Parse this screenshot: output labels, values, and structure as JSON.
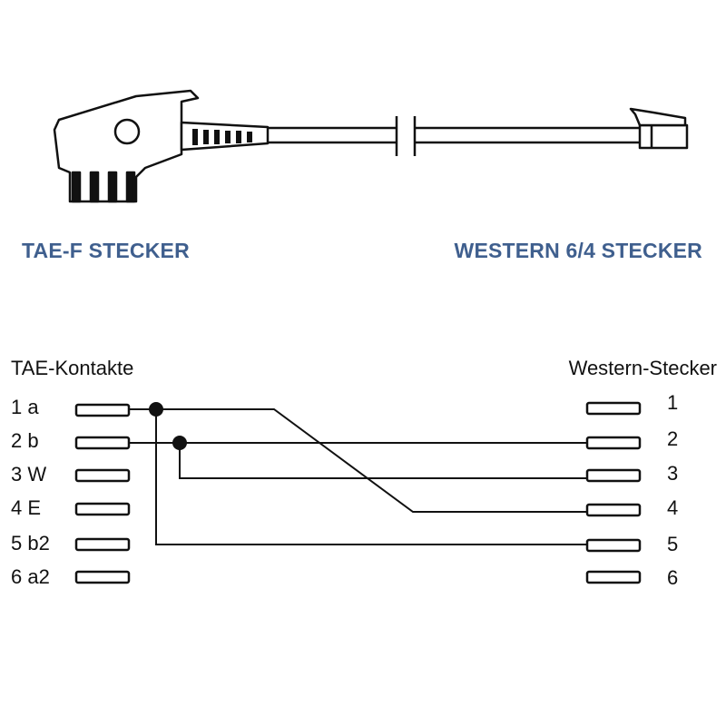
{
  "colors": {
    "caption": "#3f5f8e",
    "line": "#111111"
  },
  "captions": {
    "tae_plug": "TAE-F STECKER",
    "western_plug": "WESTERN 6/4 STECKER"
  },
  "wiring": {
    "left_header": "TAE-Kontakte",
    "right_header": "Western-Stecker",
    "tae_contacts": [
      "1 a",
      "2 b",
      "3 W",
      "4 E",
      "5 b2",
      "6 a2"
    ],
    "western_pins": [
      "1",
      "2",
      "3",
      "4",
      "5",
      "6"
    ],
    "connections": [
      {
        "from": "1 a",
        "to": "4"
      },
      {
        "from": "1 a",
        "to": "5"
      },
      {
        "from": "2 b",
        "to": "2"
      },
      {
        "from": "2 b",
        "to": "3"
      }
    ]
  }
}
